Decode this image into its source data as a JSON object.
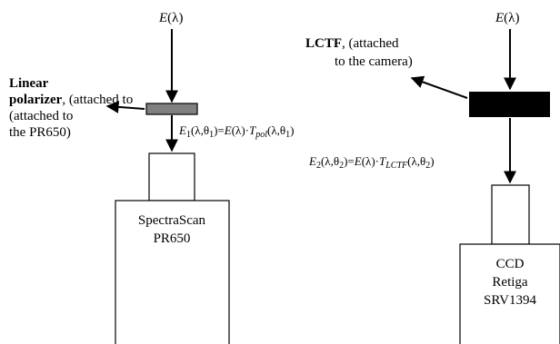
{
  "inputs": {
    "left_source": "E(λ)",
    "right_source": "E(λ)"
  },
  "left": {
    "filter_name": "Linear polarizer",
    "filter_note_line1": ", (attached to",
    "filter_note_line2": "the PR650)",
    "filter_bold_line1": "Linear",
    "filter_bold_line2": "polarizer",
    "equation": "E1(λ,θ1)=E(λ)·Tpol(λ,θ1)",
    "instrument_line1": "SpectraScan",
    "instrument_line2": "PR650",
    "filter_color": "#808080"
  },
  "right": {
    "filter_bold": "LCTF",
    "filter_note_line1": ", (attached",
    "filter_note_line2": "to the camera)",
    "equation": "E2(λ,θ2)=E(λ)·TLCTF(λ,θ2)",
    "instrument_line1": "CCD",
    "instrument_line2": "Retiga",
    "instrument_line3": "SRV1394",
    "filter_color": "#000000"
  }
}
